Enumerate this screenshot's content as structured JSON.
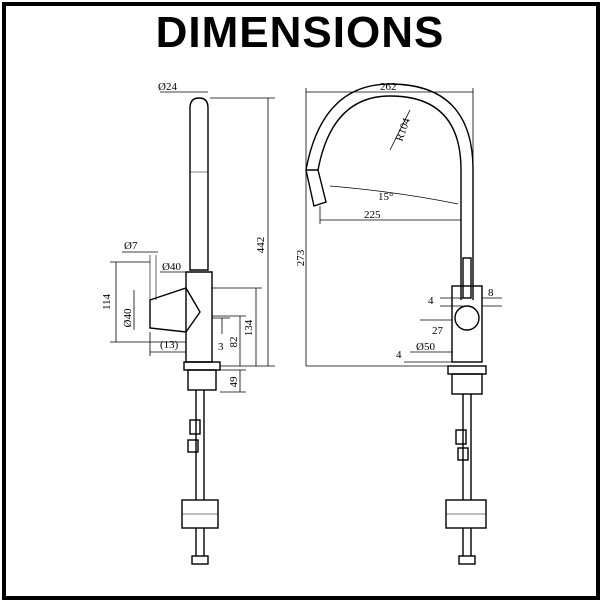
{
  "title": "DIMENSIONS",
  "side_view": {
    "spout_diameter": "Ø24",
    "handle_diameter": "Ø7",
    "body_diameter_top": "Ø40",
    "body_diameter_side": "Ø40",
    "total_height": "442",
    "body_height": "114",
    "handle_height": "134",
    "offset_3": "3",
    "offset_13": "(13)",
    "base_height": "82",
    "underside_height": "49"
  },
  "front_view": {
    "total_width": "262",
    "arc_radius": "R104",
    "spray_angle": "15°",
    "reach": "225",
    "spout_height": "273",
    "lever_offset": "4",
    "lever_width": "8",
    "lever_depth": "27",
    "base_offset": "4",
    "base_diameter": "Ø50"
  },
  "colors": {
    "line": "#000000",
    "background": "#ffffff"
  }
}
